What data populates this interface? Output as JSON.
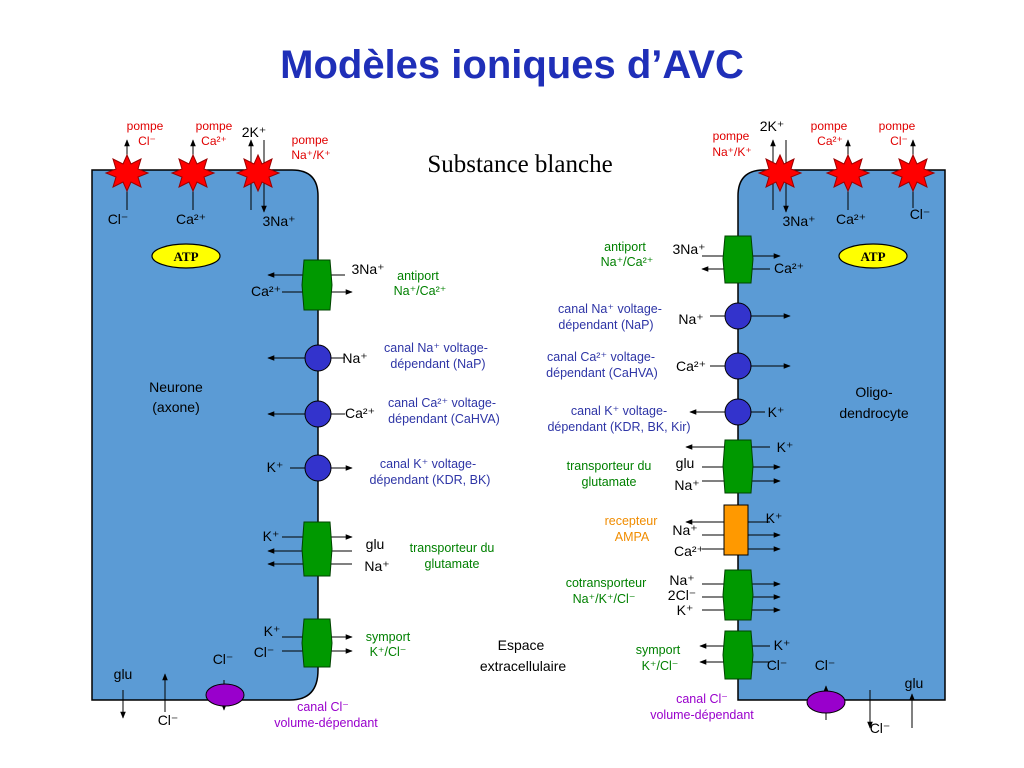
{
  "title": "Modèles ioniques d’AVC",
  "subtitle": "Substance blanche",
  "extracellular": [
    "Espace",
    "extracellulaire"
  ],
  "colors": {
    "cell_fill": "#5b9bd5",
    "exchanger": "#009900",
    "channel": "#3333cc",
    "pump": "#ff0000",
    "ampa": "#ff9900",
    "cl_channel": "#9900cc",
    "atp_fill": "#ffff00"
  },
  "neuron": {
    "name": [
      "Neurone",
      "(axone)"
    ],
    "atp": "ATP",
    "pumps": [
      {
        "label": [
          "pompe",
          "Cl⁻"
        ],
        "ion_out": "",
        "ion_in": "Cl⁻"
      },
      {
        "label": [
          "pompe",
          "Ca²⁺"
        ],
        "ion_out": "",
        "ion_in": "Ca²⁺"
      },
      {
        "label": [
          "pompe",
          "Na⁺/K⁺"
        ],
        "ion_out": "2K⁺",
        "ion_in": "3Na⁺"
      }
    ],
    "antiport": {
      "label": [
        "antiport",
        "Na⁺/Ca²⁺"
      ],
      "ions": [
        "3Na⁺",
        "Ca²⁺"
      ]
    },
    "channels": [
      {
        "ion": "Na⁺",
        "label": [
          "canal Na⁺ voltage-",
          "dépendant (NaP)"
        ]
      },
      {
        "ion": "Ca²⁺",
        "label": [
          "canal Ca²⁺ voltage-",
          "dépendant (CaHVA)"
        ]
      },
      {
        "ion": "K⁺",
        "label": [
          "canal K⁺ voltage-",
          "dépendant (KDR, BK)"
        ]
      }
    ],
    "glu_transporter": {
      "label": [
        "transporteur du",
        "glutamate"
      ],
      "ions": [
        "K⁺",
        "glu",
        "Na⁺"
      ]
    },
    "symport": {
      "label": [
        "symport",
        "K⁺/Cl⁻"
      ],
      "ions": [
        "K⁺",
        "Cl⁻"
      ]
    },
    "cl_channel": {
      "label": [
        "canal Cl⁻",
        "volume-dépendant"
      ],
      "ions": [
        "Cl⁻",
        "glu",
        "Cl⁻"
      ]
    }
  },
  "oligo": {
    "name": [
      "Oligo-",
      "dendrocyte"
    ],
    "atp": "ATP",
    "pumps": [
      {
        "label": [
          "pompe",
          "Na⁺/K⁺"
        ],
        "ion_out": "2K⁺",
        "ion_in": "3Na⁺"
      },
      {
        "label": [
          "pompe",
          "Ca²⁺"
        ],
        "ion_out": "",
        "ion_in": "Ca²⁺"
      },
      {
        "label": [
          "pompe",
          "Cl⁻"
        ],
        "ion_out": "",
        "ion_in": "Cl⁻"
      }
    ],
    "antiport": {
      "label": [
        "antiport",
        "Na⁺/Ca²⁺"
      ],
      "ions": [
        "3Na⁺",
        "Ca²⁺"
      ]
    },
    "channels": [
      {
        "ion": "Na⁺",
        "label": [
          "canal Na⁺ voltage-",
          "dépendant (NaP)"
        ]
      },
      {
        "ion": "Ca²⁺",
        "label": [
          "canal Ca²⁺ voltage-",
          "dépendant (CaHVA)"
        ]
      },
      {
        "ion": "K⁺",
        "label": [
          "canal K⁺ voltage-",
          "dépendant (KDR, BK, Kir)"
        ]
      }
    ],
    "glu_transporter": {
      "label": [
        "transporteur du",
        "glutamate"
      ],
      "ions": [
        "K⁺",
        "glu",
        "Na⁺"
      ]
    },
    "ampa": {
      "label": [
        "recepteur",
        "AMPA"
      ],
      "ions": [
        "K⁺",
        "Na⁺",
        "Ca²⁺"
      ]
    },
    "cotransporter": {
      "label": [
        "cotransporteur",
        "Na⁺/K⁺/Cl⁻"
      ],
      "ions": [
        "Na⁺",
        "2Cl⁻",
        "K⁺"
      ]
    },
    "symport": {
      "label": [
        "symport",
        "K⁺/Cl⁻"
      ],
      "ions": [
        "K⁺",
        "Cl⁻"
      ]
    },
    "cl_channel": {
      "label": [
        "canal Cl⁻",
        "volume-dépendant"
      ],
      "ions": [
        "Cl⁻",
        "glu",
        "Cl⁻"
      ]
    }
  }
}
